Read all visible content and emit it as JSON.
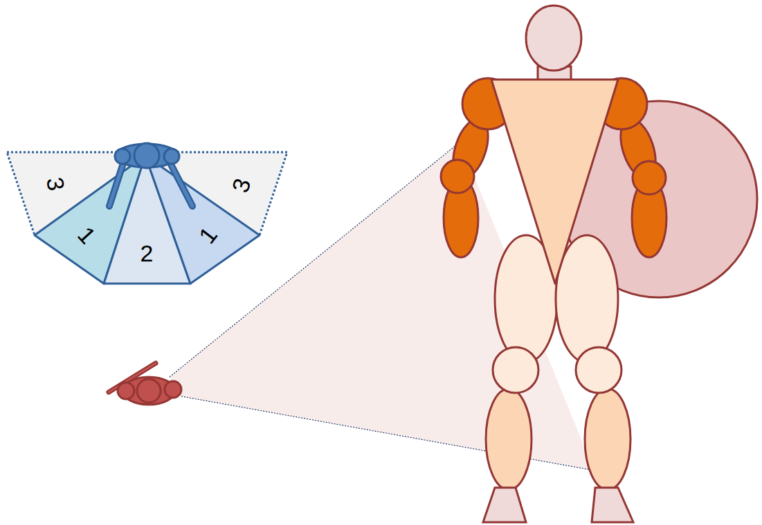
{
  "diagram": {
    "labels": [
      "3",
      "3",
      "1",
      "2",
      "1"
    ]
  }
}
